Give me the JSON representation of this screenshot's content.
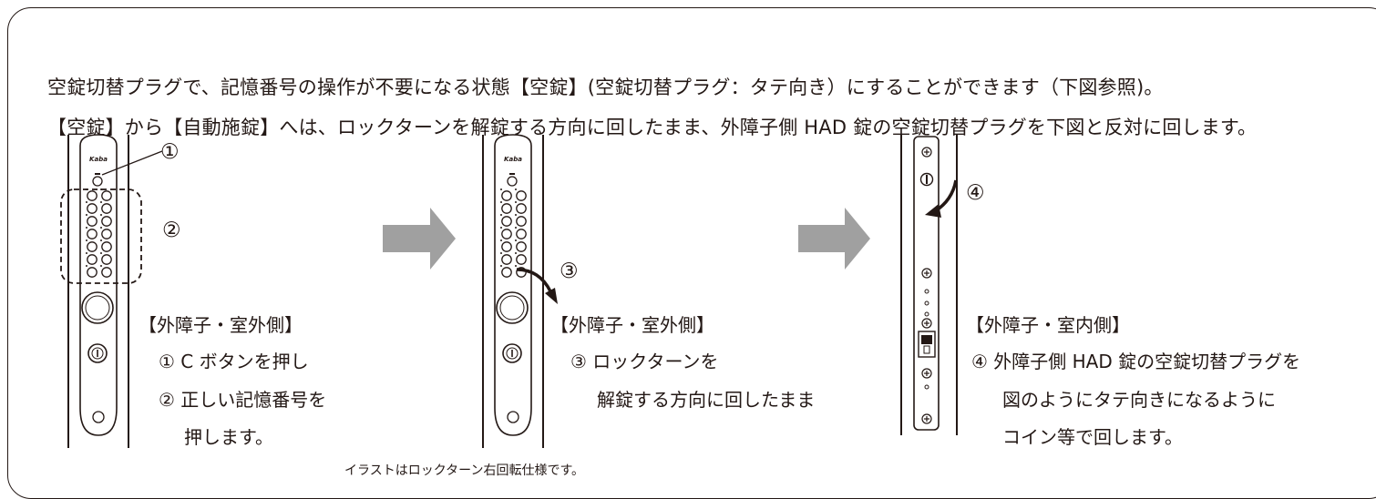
{
  "intro": {
    "line1": "空錠切替プラグで、記憶番号の操作が不要になる状態【空錠】(空錠切替プラグ：タテ向き）にすることができます（下図参照)。",
    "line2": "【空錠】から【自動施錠】へは、ロックターンを解錠する方向に回したまま、外障子側 HAD 錠の空錠切替プラグを下図と反対に回します。"
  },
  "steps": [
    {
      "markers": [
        "①",
        "②"
      ],
      "heading": "【外障子・室外側】",
      "lines": [
        "① C ボタンを押し",
        "② 正しい記憶番号を",
        "押します。"
      ]
    },
    {
      "markers": [
        "③"
      ],
      "heading": "【外障子・室外側】",
      "lines": [
        "③ ロックターンを",
        "解錠する方向に回したまま"
      ]
    },
    {
      "markers": [
        "④"
      ],
      "heading": "【外障子・室内側】",
      "lines": [
        "④ 外障子側 HAD 錠の空錠切替プラグを",
        "図のようにタテ向きになるように",
        "コイン等で回します。"
      ]
    }
  ],
  "note": "イラストはロックターン右回転仕様です。",
  "colors": {
    "line": "#231815",
    "arrow": "#a0a0a0"
  },
  "icons": [
    "right-arrow-icon",
    "curved-arrow-icon"
  ]
}
